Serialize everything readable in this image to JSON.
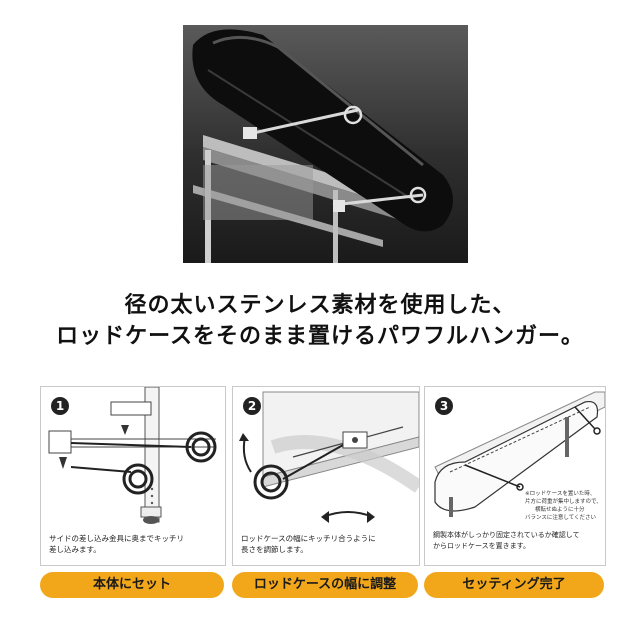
{
  "headline": {
    "line1": "径の太いステンレス素材を使用した、",
    "line2": "ロッドケースをそのまま置けるパワフルハンガー。"
  },
  "steps": [
    {
      "number": "1",
      "description_line1": "サイドの差し込み金具に奥までキッチリ",
      "description_line2": "差し込みます。",
      "label": "本体にセット"
    },
    {
      "number": "2",
      "description_line1": "ロッドケースの幅にキッチリ合うように",
      "description_line2": "長さを調節します。",
      "label": "ロッドケースの幅に調整"
    },
    {
      "number": "3",
      "note_lines": [
        "※ロッドケースを置いた時、",
        "片方に荷重が集中しますので、",
        "横転せぬように十分",
        "バランスに注意してください"
      ],
      "description_line1": "鋼製本体がしっかり固定されているか確認して",
      "description_line2": "からロッドケースを置きます。",
      "label": "セッティング完了"
    }
  ],
  "colors": {
    "label_bg": "#f2a71b",
    "step_circle": "#222222"
  }
}
